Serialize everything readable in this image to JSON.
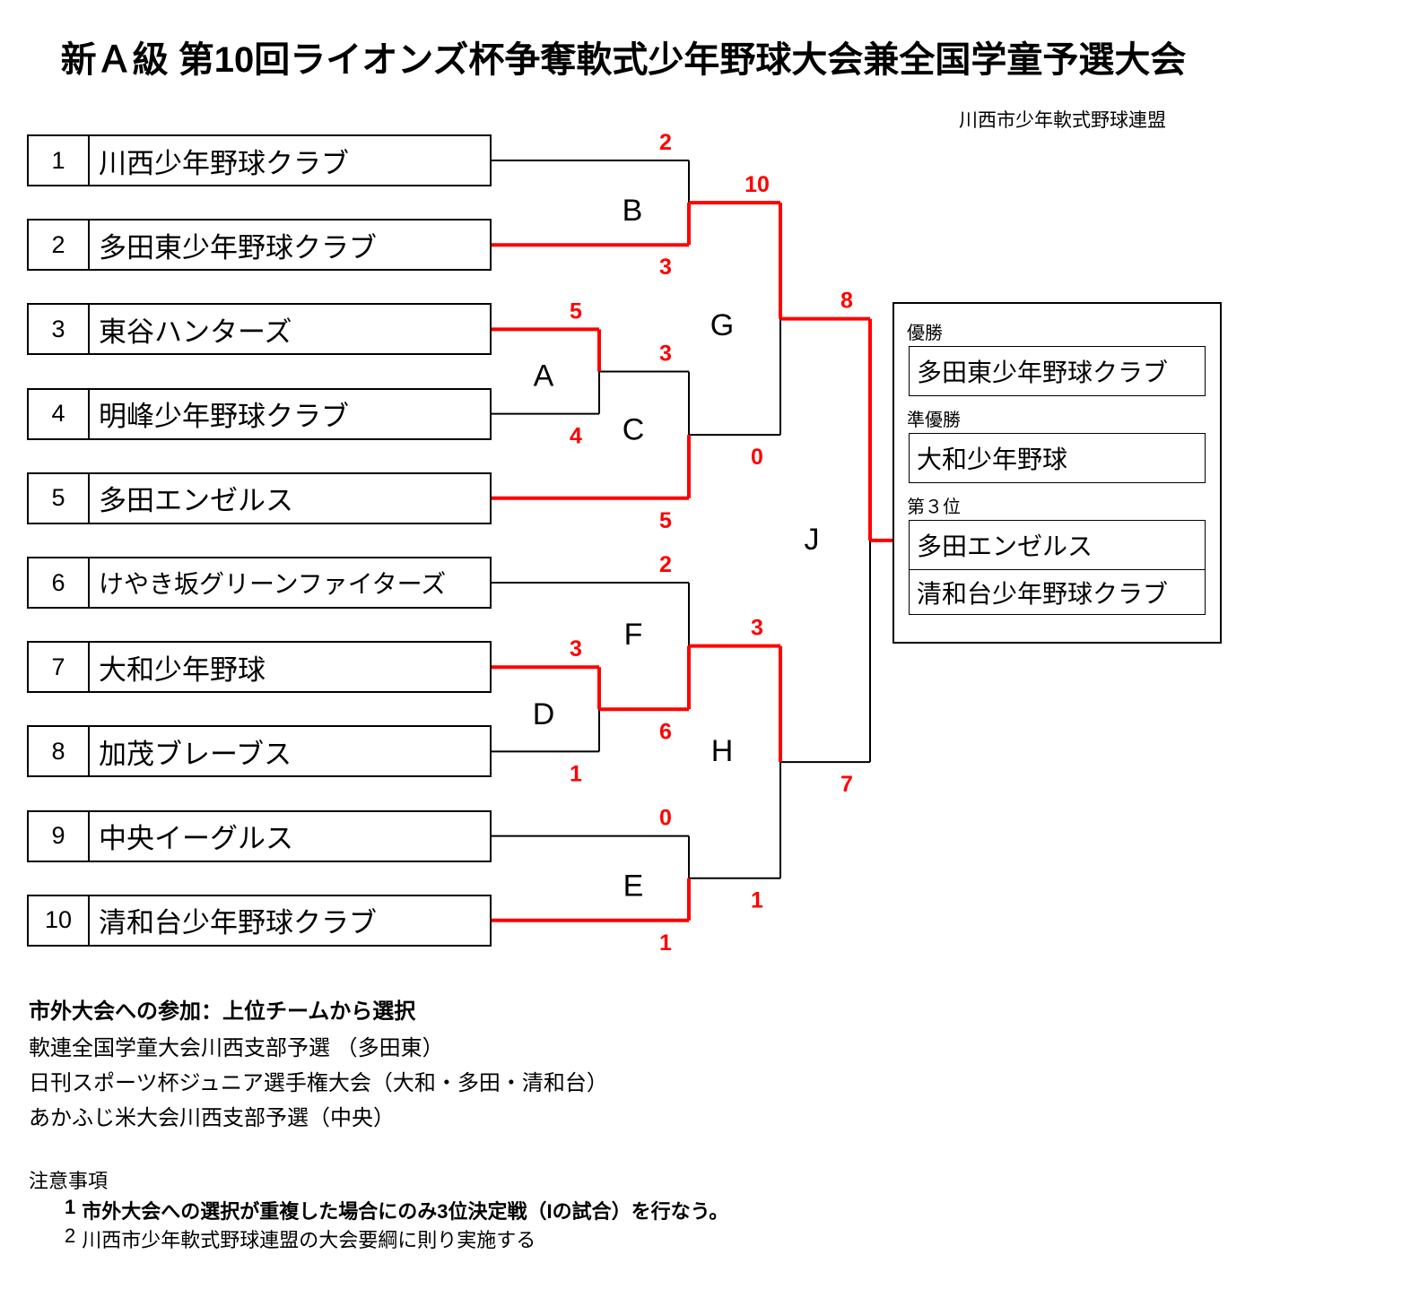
{
  "header": {
    "title": "新Ａ級 第10回ライオンズ杯争奪軟式少年野球大会兼全国学童予選大会",
    "organization": "川西市少年軟式野球連盟"
  },
  "teams": [
    {
      "seed": "1",
      "name": "川西少年野球クラブ"
    },
    {
      "seed": "2",
      "name": "多田東少年野球クラブ"
    },
    {
      "seed": "3",
      "name": "東谷ハンターズ"
    },
    {
      "seed": "4",
      "name": "明峰少年野球クラブ"
    },
    {
      "seed": "5",
      "name": "多田エンゼルス"
    },
    {
      "seed": "6",
      "name": "けやき坂グリーンファイターズ"
    },
    {
      "seed": "7",
      "name": "大和少年野球"
    },
    {
      "seed": "8",
      "name": "加茂ブレーブス"
    },
    {
      "seed": "9",
      "name": "中央イーグルス"
    },
    {
      "seed": "10",
      "name": "清和台少年野球クラブ"
    }
  ],
  "matches": [
    {
      "id": "A",
      "label": "A",
      "top_score": "5",
      "bottom_score": "4",
      "winner": "top"
    },
    {
      "id": "B",
      "label": "B",
      "top_score": "2",
      "bottom_score": "3",
      "winner": "bottom"
    },
    {
      "id": "C",
      "label": "C",
      "top_score": "3",
      "bottom_score": "5",
      "winner": "bottom"
    },
    {
      "id": "D",
      "label": "D",
      "top_score": "3",
      "bottom_score": "1",
      "winner": "top"
    },
    {
      "id": "E",
      "label": "E",
      "top_score": "0",
      "bottom_score": "1",
      "winner": "bottom"
    },
    {
      "id": "F",
      "label": "F",
      "top_score": "2",
      "bottom_score": "6",
      "winner": "bottom"
    },
    {
      "id": "G",
      "label": "G",
      "top_score": "10",
      "bottom_score": "0",
      "winner": "top"
    },
    {
      "id": "H",
      "label": "H",
      "top_score": "3",
      "bottom_score": "1",
      "winner": "top"
    },
    {
      "id": "J",
      "label": "J",
      "top_score": "8",
      "bottom_score": "7",
      "winner": "top"
    }
  ],
  "results": {
    "champion_label": "優勝",
    "champion": "多田東少年野球クラブ",
    "runner_up_label": "準優勝",
    "runner_up": "大和少年野球",
    "third_label": "第３位",
    "third": [
      "多田エンゼルス",
      "清和台少年野球クラブ"
    ]
  },
  "footer": {
    "heading": "市外大会への参加：上位チームから選択",
    "lines": [
      "軟連全国学童大会川西支部予選 （多田東）",
      "日刊スポーツ杯ジュニア選手権大会（大和・多田・清和台）",
      "あかふじ米大会川西支部予選（中央）"
    ]
  },
  "notes": {
    "heading": "注意事項",
    "items": [
      {
        "num": "1",
        "text": "市外大会への選択が重複した場合にのみ3位決定戦（Iの試合）を行なう。",
        "bold": true
      },
      {
        "num": "2",
        "text": "川西市少年軟式野球連盟の大会要綱に則り実施する",
        "bold": false
      }
    ]
  },
  "colors": {
    "win_line": "#ff0000",
    "line": "#000000"
  }
}
